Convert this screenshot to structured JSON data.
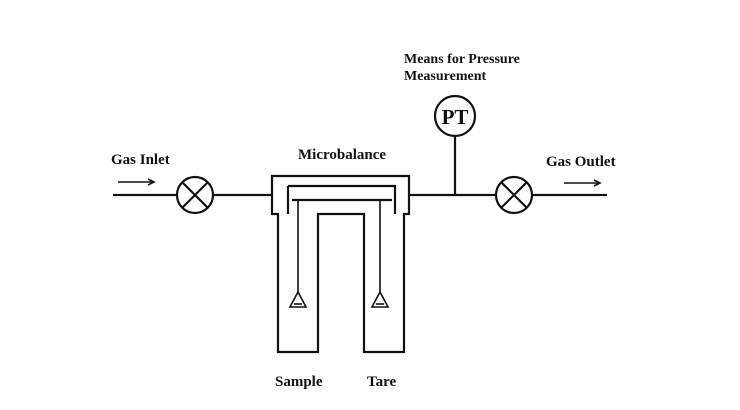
{
  "labels": {
    "gas_inlet": "Gas Inlet",
    "gas_outlet": "Gas Outlet",
    "microbalance": "Microbalance",
    "pressure_line1": "Means for Pressure",
    "pressure_line2": "Measurement",
    "pt": "PT",
    "sample": "Sample",
    "tare": "Tare"
  },
  "colors": {
    "line": "#111111",
    "background": "#ffffff"
  },
  "icons": {
    "inlet_valve": "valve-x-icon",
    "outlet_valve": "valve-x-icon",
    "pressure_transducer": "pt-gauge-icon",
    "sample_pan": "triangle-pan-icon",
    "tare_pan": "triangle-pan-icon"
  }
}
